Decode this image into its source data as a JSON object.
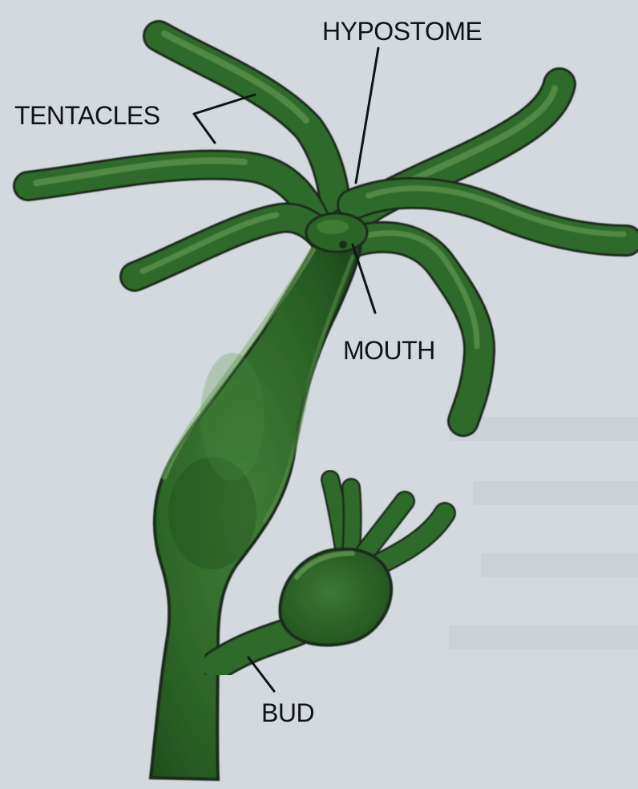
{
  "labels": {
    "hypostome": "HYPOSTOME",
    "tentacles": "TENTACLES",
    "mouth": "MOUTH",
    "bud": "BUD"
  },
  "colors": {
    "background": "#d4d9df",
    "body_fill": "#2f6a2a",
    "body_dark": "#1f4d1d",
    "highlight": "#5f9a4e",
    "outline": "#1c2a1d",
    "label_text": "#111417"
  }
}
